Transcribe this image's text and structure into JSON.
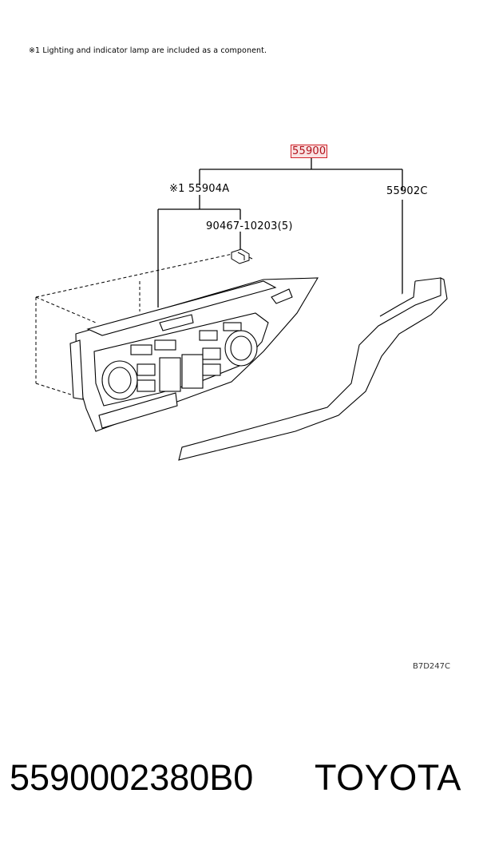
{
  "note": "※1 Lighting and indicator lamp are included as a component.",
  "parts": {
    "main": "55900",
    "sub_a": "※1 55904A",
    "sub_c": "55902C",
    "screw": "90467-10203(5)"
  },
  "drawing_id": "B7D247C",
  "footer": {
    "part_number": "5590002380B0",
    "brand": "TOYOTA"
  },
  "colors": {
    "highlight_border": "#d2232a",
    "highlight_fill": "#f6dcdd"
  }
}
